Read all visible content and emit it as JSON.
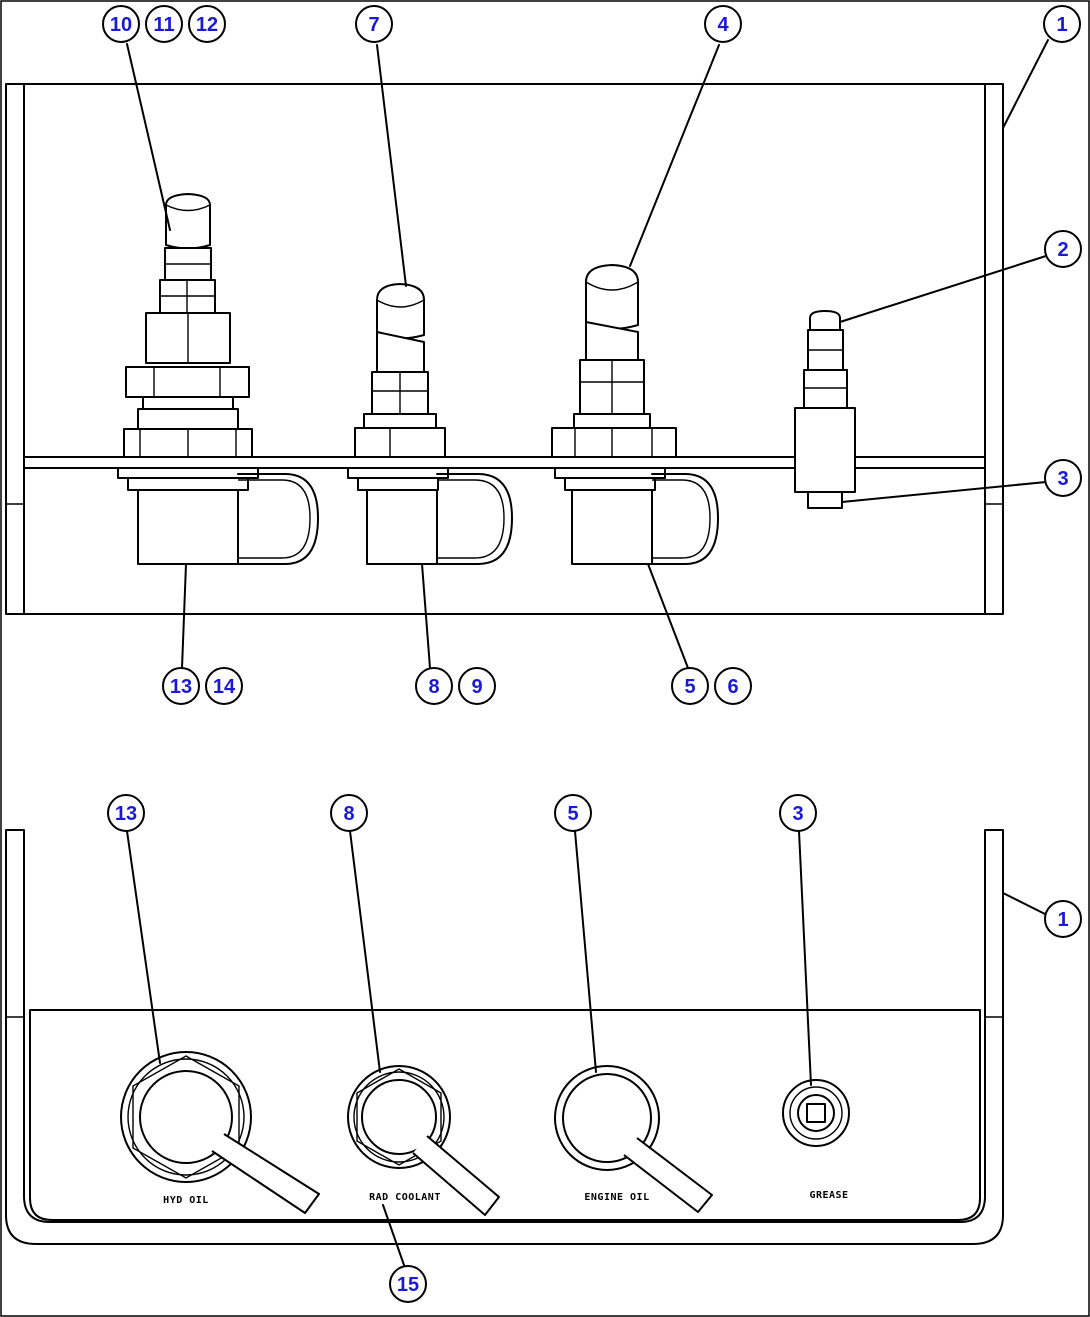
{
  "diagram": {
    "top_view": {
      "callouts": [
        {
          "id": "c-top-10",
          "label": "10"
        },
        {
          "id": "c-top-11",
          "label": "11"
        },
        {
          "id": "c-top-12",
          "label": "12"
        },
        {
          "id": "c-top-7",
          "label": "7"
        },
        {
          "id": "c-top-4",
          "label": "4"
        },
        {
          "id": "c-top-1",
          "label": "1"
        },
        {
          "id": "c-top-2",
          "label": "2"
        },
        {
          "id": "c-top-3",
          "label": "3"
        },
        {
          "id": "c-top-13",
          "label": "13"
        },
        {
          "id": "c-top-14",
          "label": "14"
        },
        {
          "id": "c-top-8",
          "label": "8"
        },
        {
          "id": "c-top-9",
          "label": "9"
        },
        {
          "id": "c-top-5",
          "label": "5"
        },
        {
          "id": "c-top-6",
          "label": "6"
        }
      ]
    },
    "front_view": {
      "callouts": [
        {
          "id": "c-front-13",
          "label": "13"
        },
        {
          "id": "c-front-8",
          "label": "8"
        },
        {
          "id": "c-front-5",
          "label": "5"
        },
        {
          "id": "c-front-3",
          "label": "3"
        },
        {
          "id": "c-front-1",
          "label": "1"
        },
        {
          "id": "c-front-15",
          "label": "15"
        }
      ],
      "port_labels": {
        "hyd_oil": "HYD OIL",
        "rad_coolant": "RAD COOLANT",
        "engine_oil": "ENGINE OIL",
        "grease": "GREASE"
      }
    }
  }
}
